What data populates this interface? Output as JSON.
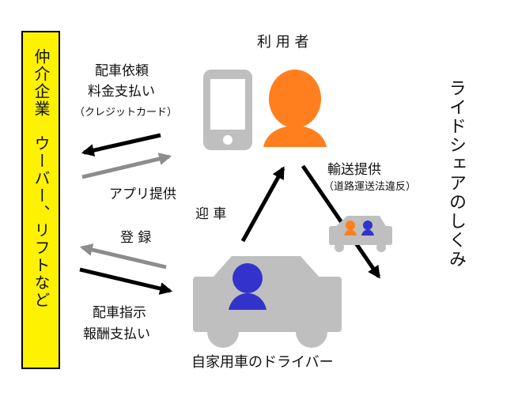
{
  "company": {
    "label": "仲介企業　ウーバー、リフトなど",
    "color": "#fff200"
  },
  "title": "ライドシェアのしくみ",
  "user": {
    "label": "利 用 者",
    "color": "#ff7f1e"
  },
  "driver": {
    "label": "自家用車のドライバー",
    "color": "#3333cc"
  },
  "arrows": {
    "dispatch_request": "配車依頼",
    "fare_payment": "料金支払い",
    "card_note": "（クレジットカード）",
    "app_provision": "アプリ提供",
    "registration": "登 録",
    "dispatch_instruction": "配車指示",
    "reward_payment": "報酬支払い",
    "pickup": "迎 車",
    "transport": "輸送提供",
    "law_note": "（道路運送法違反）"
  },
  "colors": {
    "gray": "#bfbfbf",
    "dark_gray": "#8c8c8c",
    "arrow_black": "#000000"
  }
}
